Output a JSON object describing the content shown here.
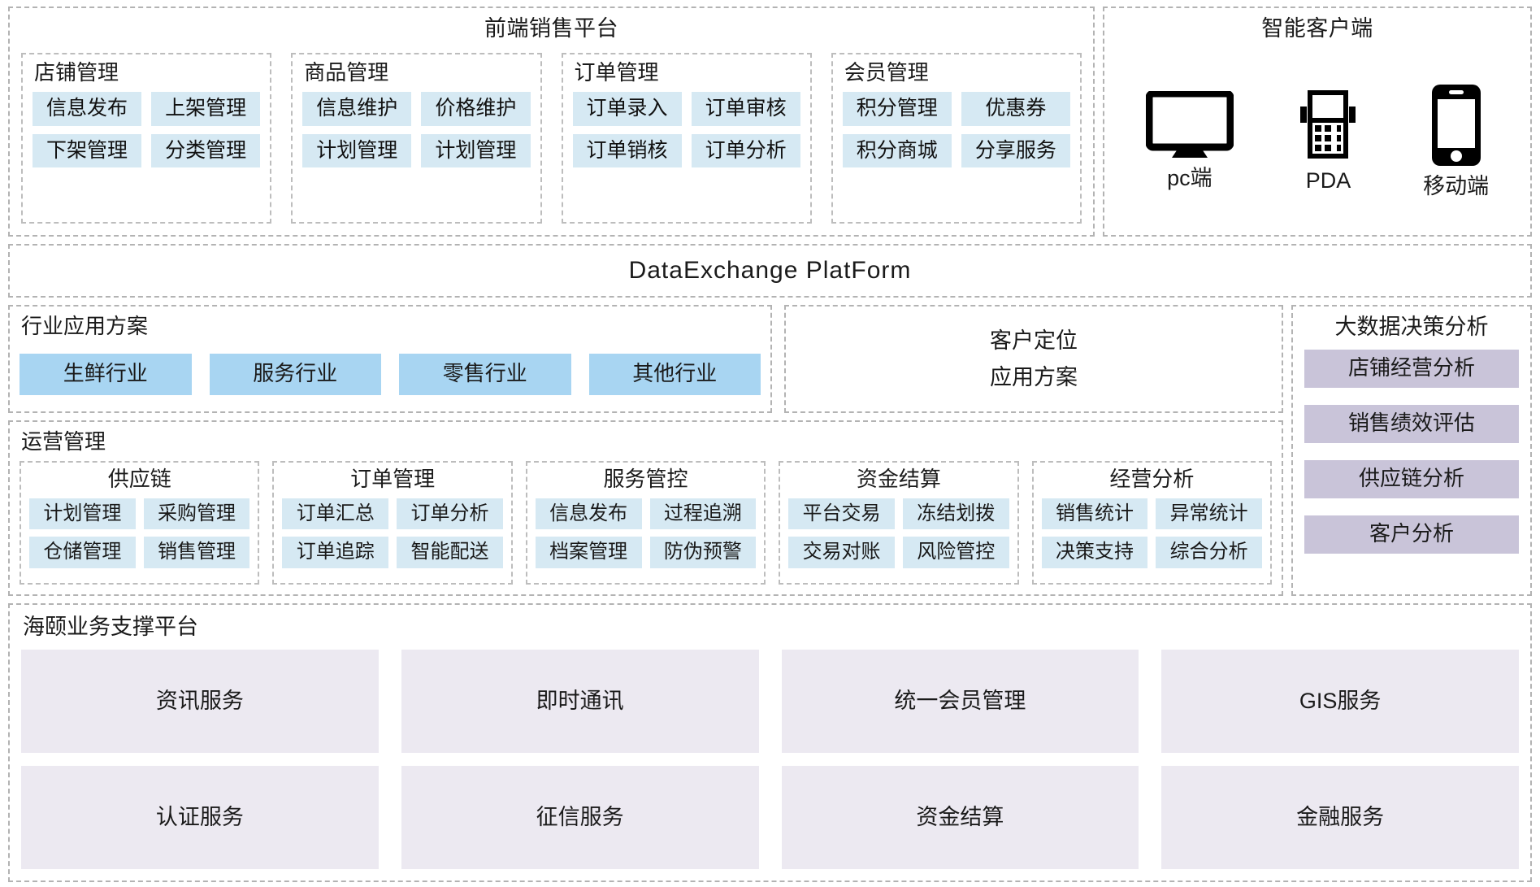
{
  "frontend": {
    "title": "前端销售平台",
    "groups": [
      {
        "title": "店铺管理",
        "items": [
          "信息发布",
          "上架管理",
          "下架管理",
          "分类管理"
        ]
      },
      {
        "title": "商品管理",
        "items": [
          "信息维护",
          "价格维护",
          "计划管理",
          "计划管理"
        ]
      },
      {
        "title": "订单管理",
        "items": [
          "订单录入",
          "订单审核",
          "订单销核",
          "订单分析"
        ]
      },
      {
        "title": "会员管理",
        "items": [
          "积分管理",
          "优惠券",
          "积分商城",
          "分享服务"
        ]
      }
    ]
  },
  "client": {
    "title": "智能客户端",
    "devices": [
      {
        "icon": "monitor-icon",
        "label": "pc端"
      },
      {
        "icon": "pda-icon",
        "label": "PDA"
      },
      {
        "icon": "smartphone-icon",
        "label": "移动端"
      }
    ]
  },
  "exchange": {
    "title": "DataExchange  PlatForm"
  },
  "industry": {
    "title": "行业应用方案",
    "items": [
      "生鲜行业",
      "服务行业",
      "零售行业",
      "其他行业"
    ]
  },
  "customer_positioning": {
    "line1": "客户定位",
    "line2": "应用方案"
  },
  "operations": {
    "title": "运营管理",
    "groups": [
      {
        "title": "供应链",
        "items": [
          "计划管理",
          "采购管理",
          "仓储管理",
          "销售管理"
        ]
      },
      {
        "title": "订单管理",
        "items": [
          "订单汇总",
          "订单分析",
          "订单追踪",
          "智能配送"
        ]
      },
      {
        "title": "服务管控",
        "items": [
          "信息发布",
          "过程追溯",
          "档案管理",
          "防伪预警"
        ]
      },
      {
        "title": "资金结算",
        "items": [
          "平台交易",
          "冻结划拨",
          "交易对账",
          "风险管控"
        ]
      },
      {
        "title": "经营分析",
        "items": [
          "销售统计",
          "异常统计",
          "决策支持",
          "综合分析"
        ]
      }
    ]
  },
  "bigdata": {
    "title": "大数据决策分析",
    "items": [
      "店铺经营分析",
      "销售绩效评估",
      "供应链分析",
      "客户分析"
    ]
  },
  "support": {
    "title": "海颐业务支撑平台",
    "items": [
      "资讯服务",
      "即时通讯",
      "统一会员管理",
      "GIS服务",
      "认证服务",
      "征信服务",
      "资金结算",
      "金融服务"
    ]
  },
  "colors": {
    "chip_blue": "#d6e9f3",
    "chip_industry": "#a8d5f2",
    "chip_purple": "#c9c4d9",
    "chip_lavender": "#ece9f1",
    "dashed_border": "#b3b3b3"
  }
}
